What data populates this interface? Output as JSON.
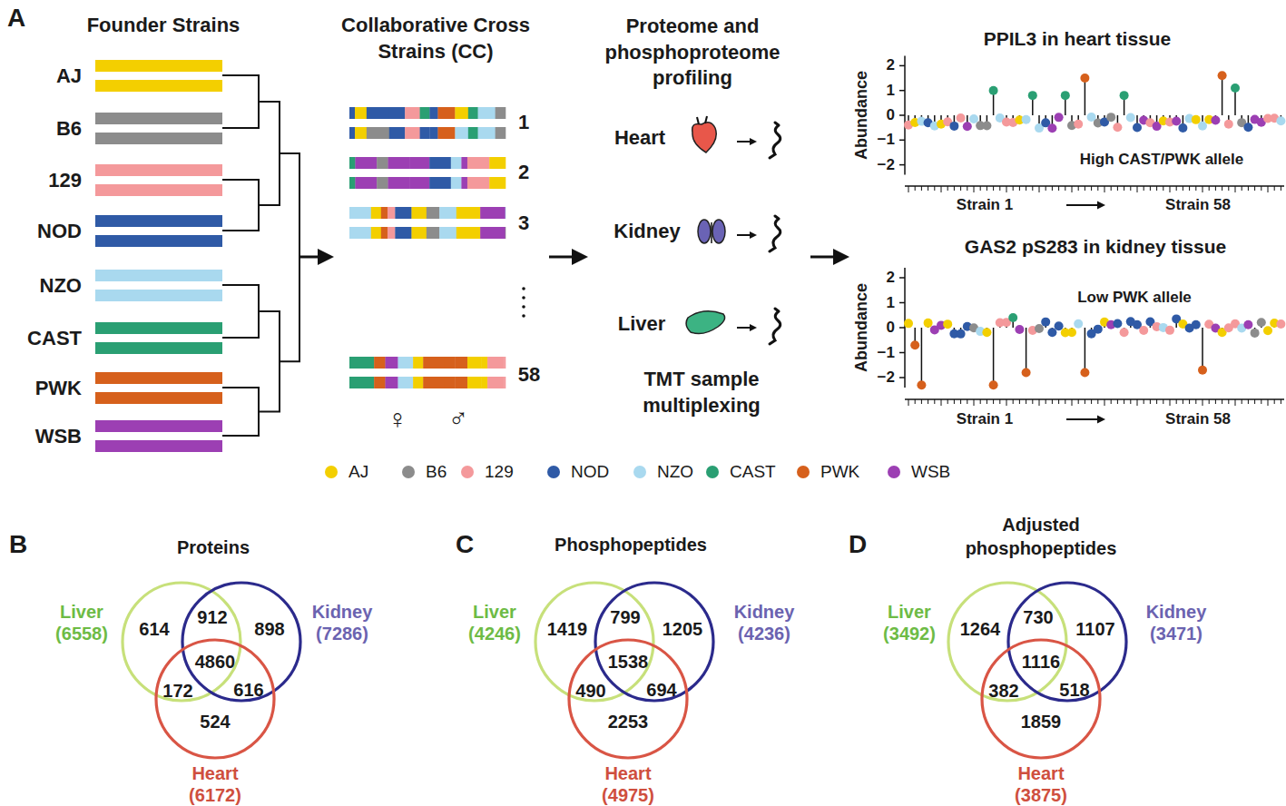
{
  "diagram": {
    "nodes": [
      {
        "text": [
          "Liver (6558)"
        ]
      },
      {
        "text": [
          "Kidney (7286)"
        ]
      },
      {
        "text": [
          "Heart (6172)"
        ]
      },
      {
        "text": [
          "Liver (4246)"
        ]
      },
      {
        "text": [
          "Kidney (4236)"
        ]
      },
      {
        "text": [
          "Heart (4975)"
        ]
      },
      {
        "text": [
          "Liver (3492)"
        ]
      },
      {
        "text": [
          "Kidney (3471)"
        ]
      },
      {
        "text": [
          "Heart (3875)"
        ]
      }
    ],
    "labels": [
      "A",
      "Founder Strains",
      "AJ",
      "B6",
      "129",
      "NOD",
      "NZO",
      "CAST",
      "PWK",
      "WSB",
      "Collaborative Cross Strains (CC)",
      "1",
      "2",
      "3",
      "58",
      "♀",
      "♂",
      "Proteome and phosphoproteome profiling",
      "Heart",
      "Kidney",
      "Liver",
      "TMT sample multiplexing",
      "PPIL3 in heart tissue",
      "Abundance",
      "2",
      "1",
      "0",
      "−1",
      "−2",
      "High CAST/PWK allele",
      "Strain 1",
      "Strain 58",
      "GAS2 pS283 in kidney tissue",
      "Abundance",
      "2",
      "1",
      "0",
      "−1",
      "−2",
      "Low PWK allele",
      "Strain 1",
      "Strain 58",
      "B",
      "Proteins",
      "614",
      "912",
      "898",
      "4860",
      "172",
      "616",
      "524",
      "C",
      "Phosphopeptides",
      "1419",
      "799",
      "1205",
      "1538",
      "490",
      "694",
      "2253",
      "D",
      "Adjusted phosphopeptides",
      "1264",
      "730",
      "1107",
      "1116",
      "382",
      "518",
      "1859"
    ],
    "legend": [
      {
        "text": "AJ",
        "color": "#f3cf00"
      },
      {
        "text": "B6",
        "color": "#8c8c8c"
      },
      {
        "text": "129",
        "color": "#f4999b"
      },
      {
        "text": "NOD",
        "color": "#2f5aa6"
      },
      {
        "text": "NZO",
        "color": "#a9d9ef"
      },
      {
        "text": "CAST",
        "color": "#2a9f73"
      },
      {
        "text": "PWK",
        "color": "#d6601c"
      },
      {
        "text": "WSB",
        "color": "#9c3fb3"
      }
    ]
  }
}
